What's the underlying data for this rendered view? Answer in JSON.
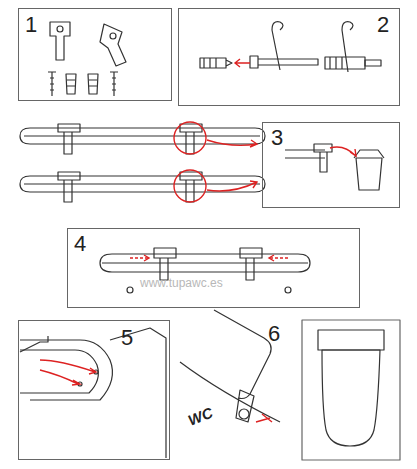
{
  "diagram": {
    "nodes": [
      {
        "text": [
          "1"
        ]
      },
      {
        "text": [
          "2"
        ]
      },
      {
        "text": [
          "3"
        ]
      },
      {
        "text": [
          "4"
        ]
      },
      {
        "text": [
          "5"
        ]
      }
    ],
    "labels": [
      "6",
      "WC",
      "www.tupawc.es"
    ]
  }
}
